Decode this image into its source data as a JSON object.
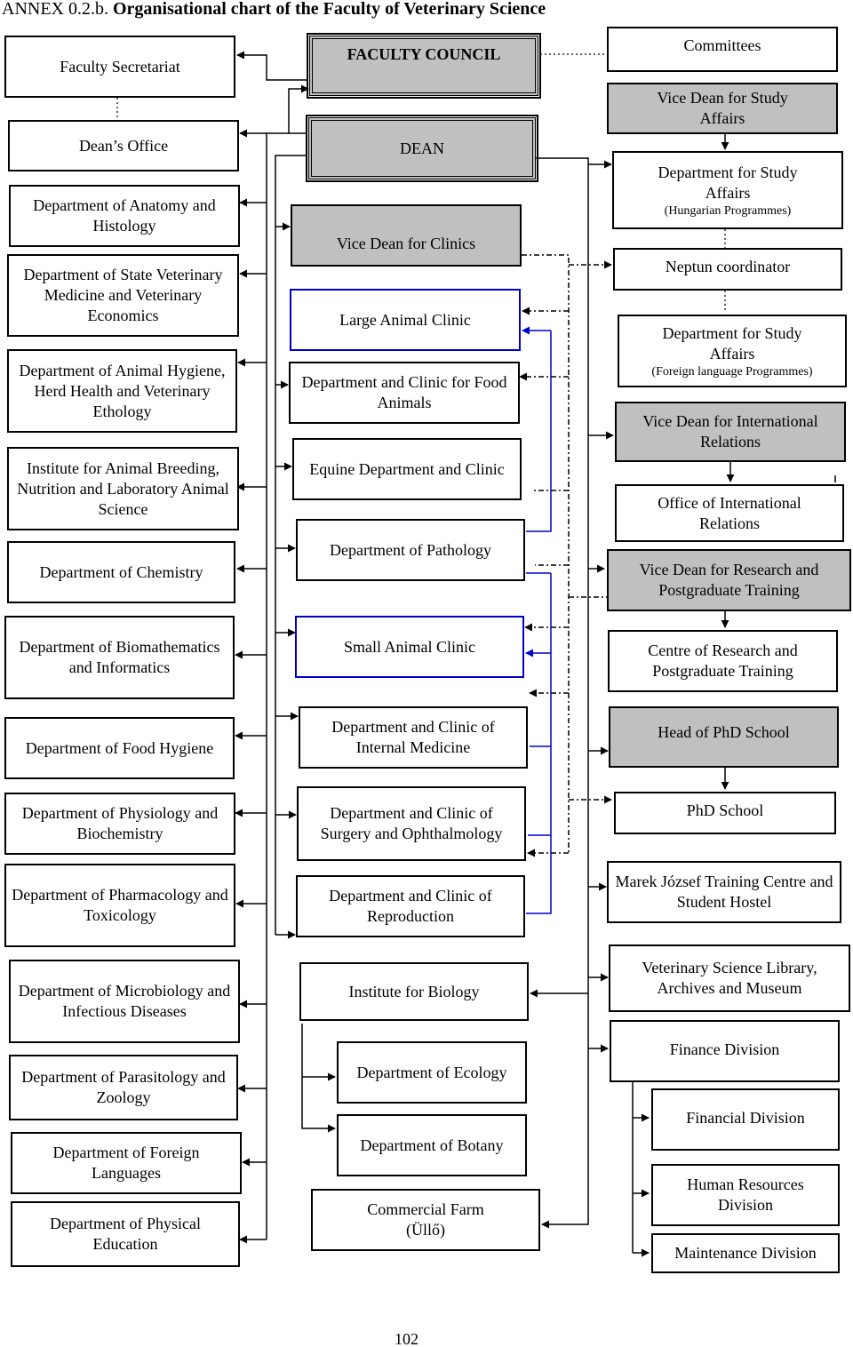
{
  "title": {
    "prefix": "ANNEX 0.2.b. ",
    "main": "Organisational chart of the Faculty of Veterinary Science"
  },
  "page_number": "102",
  "colors": {
    "line": "#000000",
    "box_fill_gray": "#c0c0c0",
    "blue_line": "#0000cc"
  },
  "center": {
    "faculty_council": "FACULTY COUNCIL",
    "dean": "DEAN",
    "vice_dean_clinics": "Vice Dean for Clinics",
    "large_animal_clinic": "Large Animal Clinic",
    "food_animals": "Department and Clinic for Food Animals",
    "equine": "Equine Department and Clinic",
    "pathology": "Department of Pathology",
    "small_animal_clinic": "Small Animal Clinic",
    "internal_medicine": "Department and Clinic of Internal Medicine",
    "surgery": "Department and Clinic of Surgery and Ophthalmology",
    "reproduction": "Department and Clinic of Reproduction",
    "institute_biology": "Institute for Biology",
    "ecology": "Department of Ecology",
    "botany": "Department of Botany",
    "commercial_farm": "Commercial Farm (Üllő)"
  },
  "left": {
    "faculty_secretariat": "Faculty Secretariat",
    "deans_office": "Dean’s Office",
    "anatomy": "Department of Anatomy and Histology",
    "state_vet": "Department of State Veterinary Medicine and Veterinary Economics",
    "animal_hygiene": "Department of Animal Hygiene, Herd Health and Veterinary Ethology",
    "animal_breeding": "Institute for Animal Breeding, Nutrition and Laboratory Animal Science",
    "chemistry": "Department of Chemistry",
    "biomathematics": "Department of Biomathematics and Informatics",
    "food_hygiene": "Department of Food Hygiene",
    "physiology": "Department of Physiology and Biochemistry",
    "pharmacology": "Department of Pharmacology and Toxicology",
    "microbiology": "Department of Microbiology and Infectious Diseases",
    "parasitology": "Department of Parasitology and Zoology",
    "foreign_languages": "Department of Foreign Languages",
    "physical_education": "Department of Physical Education"
  },
  "right": {
    "committees": "Committees",
    "vd_study": "Vice Dean for Study Affairs",
    "dept_study_hu": "Department for Study Affairs",
    "dept_study_hu_sub": "(Hungarian Programmes)",
    "neptun": "Neptun coordinator",
    "dept_study_foreign": "Department for Study Affairs",
    "dept_study_foreign_sub": "(Foreign language Programmes)",
    "vd_international": "Vice Dean for International Relations",
    "office_international": "Office of International Relations",
    "vd_research": "Vice Dean for Research and Postgraduate Training",
    "centre_research": "Centre of Research and Postgraduate Training",
    "head_phd": "Head of PhD School",
    "phd_school": "PhD School",
    "marek": "Marek József Training Centre and Student Hostel",
    "library": "Veterinary Science Library, Archives and Museum",
    "finance_division": "Finance Division",
    "financial_division": "Financial Division",
    "hr_division": "Human Resources Division",
    "maintenance": "Maintenance Division"
  }
}
